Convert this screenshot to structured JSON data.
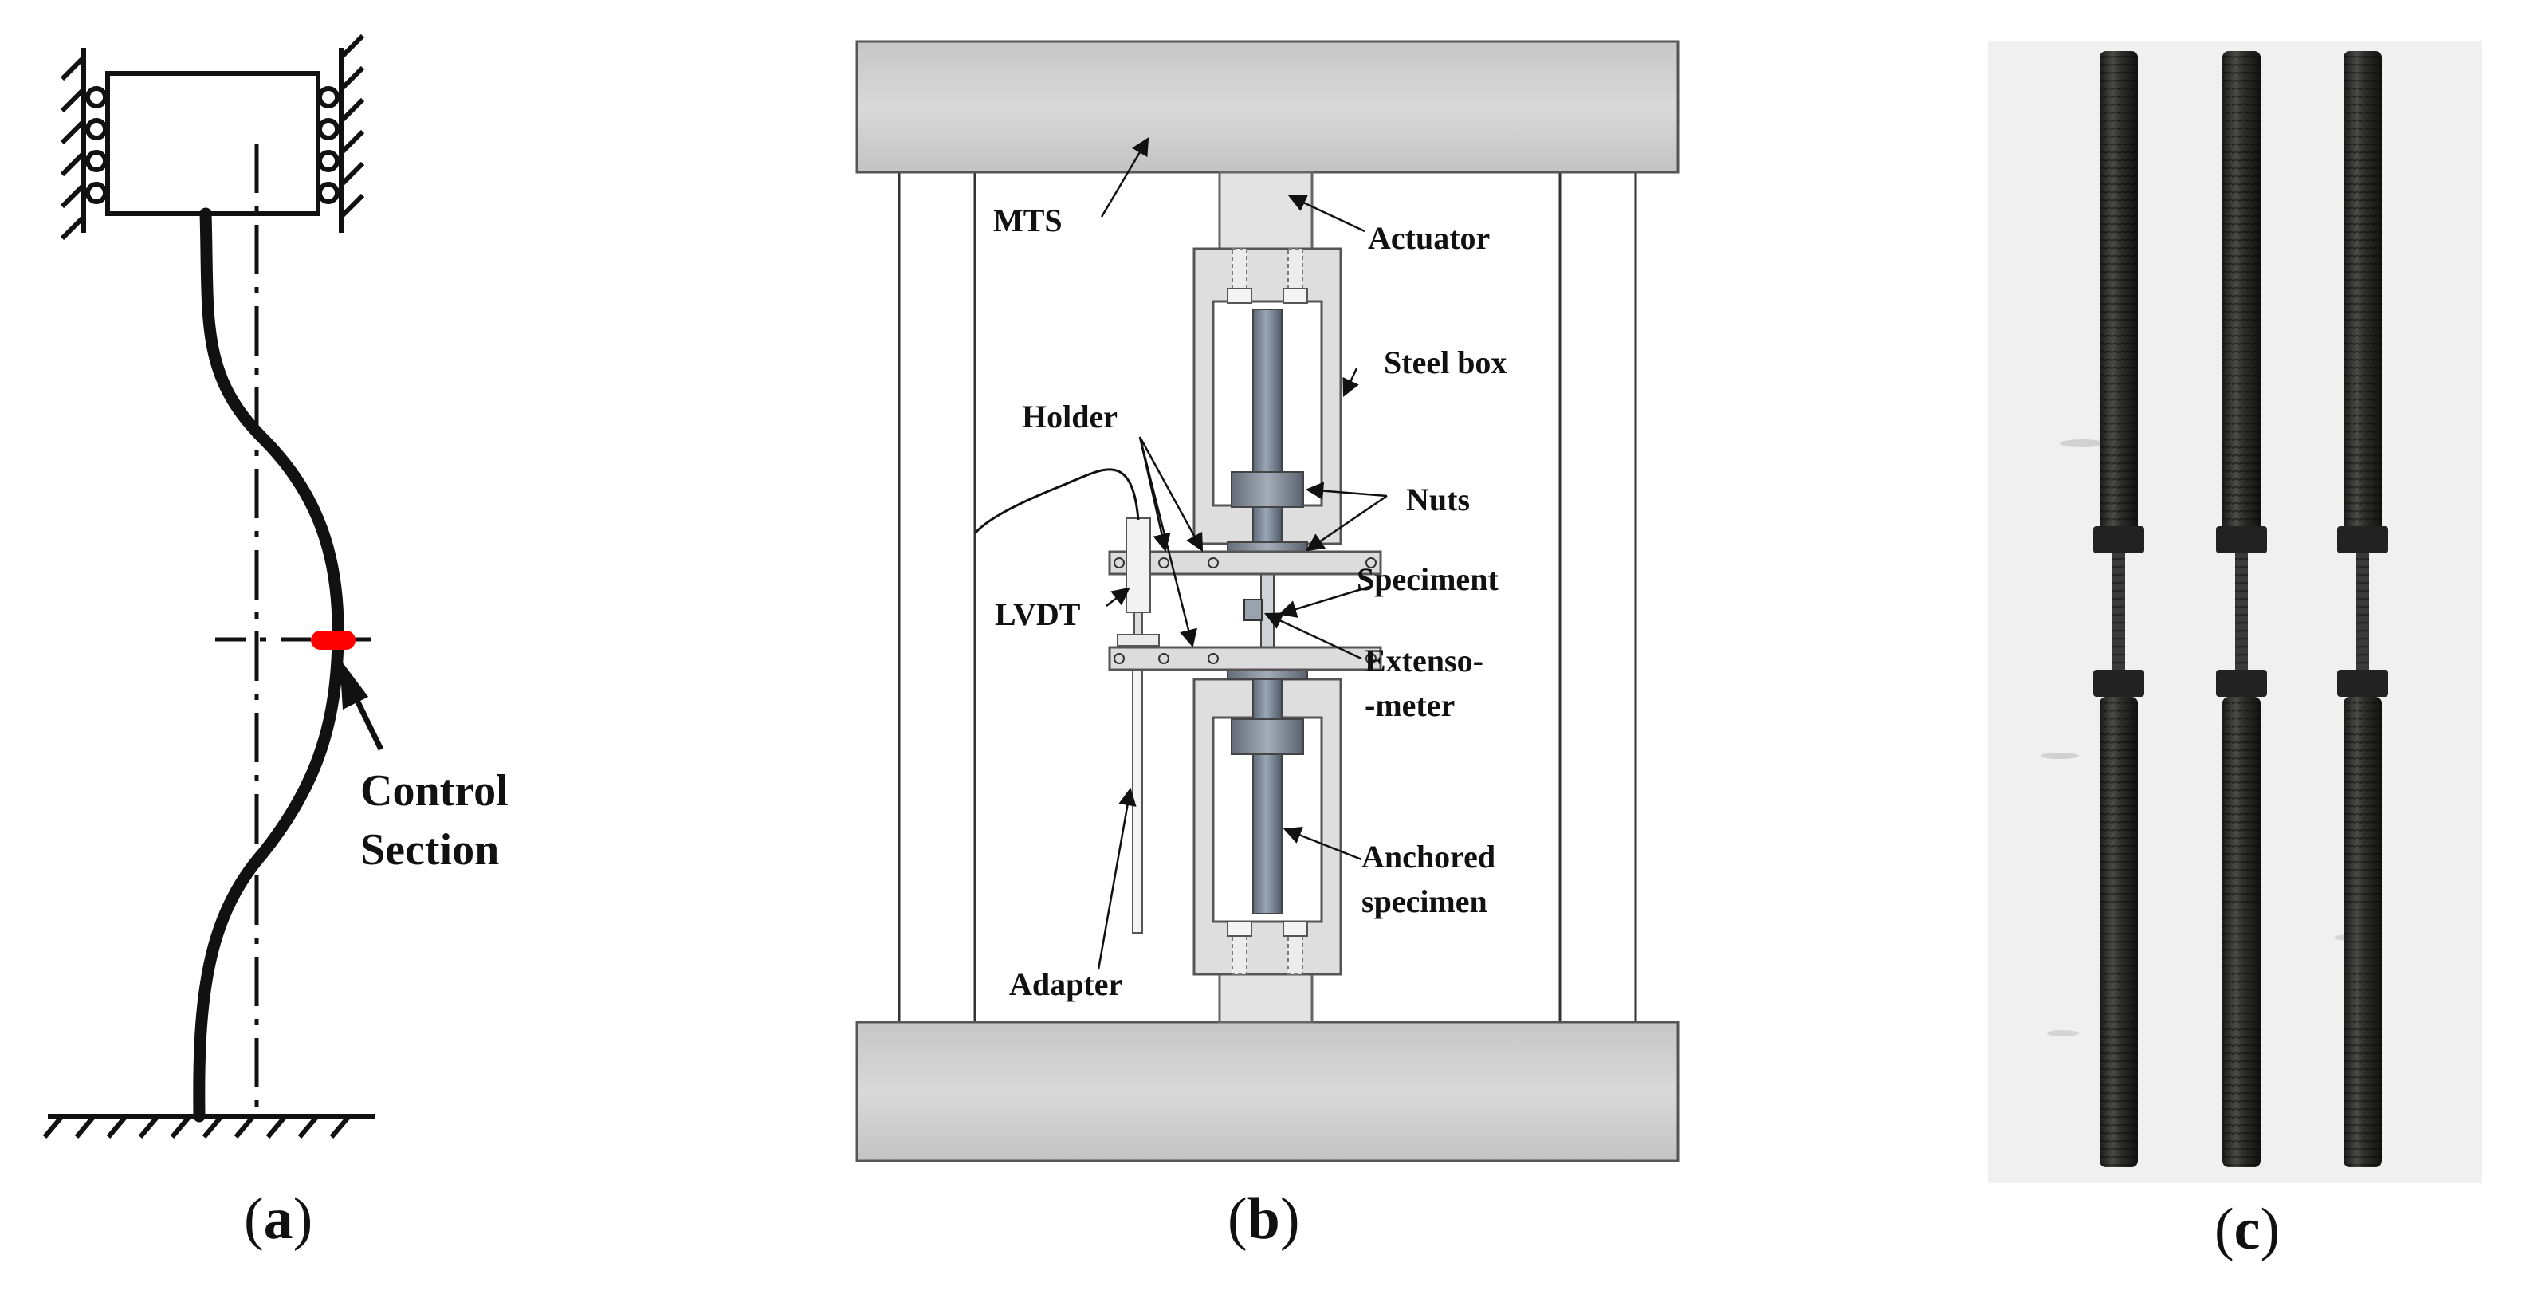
{
  "panels": {
    "a": {
      "caption_open": "(",
      "caption_letter": "a",
      "caption_close": ")",
      "label_line1": "Control",
      "label_line2": "Section",
      "marker_color": "#ff0000"
    },
    "b": {
      "caption_open": "(",
      "caption_letter": "b",
      "caption_close": ")",
      "labels": {
        "mts": "MTS",
        "actuator": "Actuator",
        "steel_box": "Steel box",
        "holder": "Holder",
        "nuts": "Nuts",
        "speciment": "Speciment",
        "lvdt": "LVDT",
        "extenso_1": "Extenso-",
        "extenso_2": "-meter",
        "anchored_1": "Anchored",
        "anchored_2": "specimen",
        "adapter": "Adapter"
      }
    },
    "c": {
      "caption_open": "(",
      "caption_letter": "c",
      "caption_close": ")"
    }
  }
}
